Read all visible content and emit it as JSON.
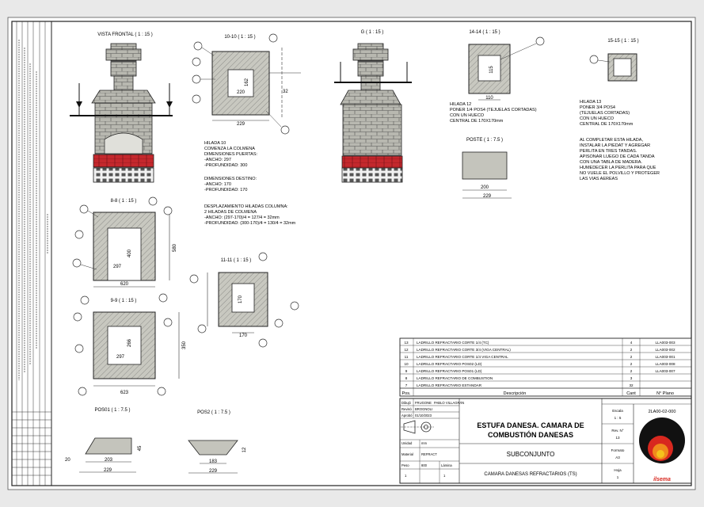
{
  "views": {
    "front_title": "VISTA FRONTAL ( 1 : 15 )",
    "section_10_title": "10-10 ( 1 : 15 )",
    "section_g_title": "G ( 1 : 15 )",
    "section_14_title": "14-14 ( 1 : 15 )",
    "section_15_title": "15-15 ( 1 : 15 )",
    "section_88_title": "8-8 ( 1 : 15 )",
    "section_99_title": "9-9 ( 1 : 15 )",
    "section_1111_title": "11-11 ( 1 : 15 )",
    "poste_title": "POSTE ( 1 : 7.5 )",
    "pos01_title": "POS01 ( 1 : 7.5 )",
    "pos02_title": "POS2 ( 1 : 7.5 )"
  },
  "dims": {
    "d229": "229",
    "d200": "200",
    "d220": "220",
    "d162": "162",
    "d32": "32",
    "d115": "115",
    "d110": "110",
    "d620": "620",
    "d580": "580",
    "d400": "400",
    "d297": "297",
    "d623": "623",
    "d266": "266",
    "d350": "350",
    "d170": "170",
    "d203": "203",
    "d183": "183",
    "d20": "20",
    "d45": "45",
    "d12": "12"
  },
  "notes": {
    "n1": [
      "HILADA 10",
      "COMENZA LA COLMENA",
      "DIMENSIONES PUERTAS:",
      "-ANCHO: 297",
      "-PROFUNDIDAD: 300"
    ],
    "n2": [
      "DIMENSIONES DESTINO:",
      "-ANCHO: 170",
      "-PROFUNDIDAD: 170"
    ],
    "n3": [
      "DESPLAZAMIENTO HILADAS COLUMNA:",
      "2 HILADAS DE COLMENA",
      "-ANCHO: (297-170)/4 = 127/4 = 32mm",
      "-PROFUNDIDAD: (300-170)/4 = 130/4 = 32mm"
    ],
    "n4": [
      "HILADA 12",
      "PONER 1/4 POS4 (TEJUELAS CORTADAS)",
      "CON UN HUECO",
      "CENTRAL DE 170X170mm"
    ],
    "n5": [
      "HILADA 13",
      "PONER 3/4 POS4",
      "(TEJUELAS CORTADAS)",
      "CON UN HUECO",
      "CENTRAL DE 170X170mm"
    ],
    "n6": [
      "AL COMPLETAR ESTA HILADA,",
      "INSTALAR LA PIEDAT Y AGREGAR",
      "PERLITA EN TRES TANDAS.",
      "APISONAR LUEGO DE CADA TANDA",
      "CON UNA TABLA DE MADERA.",
      "HUMEDECER LA PERLITA PARA QUE",
      "NO VUELE EL POLVILLO Y PROTEGER",
      "LAS VIAS AEREAS"
    ]
  },
  "bom": {
    "rows": [
      {
        "n": "13",
        "desc": "LADRILLO REFRACTARIO CORTE 1/4 (TC)",
        "qty": "4",
        "code": "LLA003-003"
      },
      {
        "n": "12",
        "desc": "LADRILLO REFRACTARIO CORTE 3/4 (VIGA CENTRAL)",
        "qty": "2",
        "code": "LLA003-002"
      },
      {
        "n": "11",
        "desc": "LADRILLO REFRACTARIO CORTE 1/4 VIGA CENTRAL",
        "qty": "2",
        "code": "LLA003-001"
      },
      {
        "n": "10",
        "desc": "LADRILLO REFRACTARIO POS02 (LD)",
        "qty": "2",
        "code": "LLA003-008"
      },
      {
        "n": "9",
        "desc": "LADRILLO REFRACTARIO POS01 (LD)",
        "qty": "2",
        "code": "LLA003-007"
      },
      {
        "n": "8",
        "desc": "LADRILLO REFRACTARIO DE COMBUSTION",
        "qty": "3",
        "code": ""
      },
      {
        "n": "7",
        "desc": "LADRILLO REFRACTARIO ESTANDAR",
        "qty": "32",
        "code": ""
      }
    ],
    "header": {
      "pos": "Pos.",
      "desc": "Descripción",
      "qty": "Cant",
      "plan": "N° Plano"
    }
  },
  "title_block": {
    "title_line1": "ESTUFA DANESA. CAMARA DE",
    "title_line2": "COMBUSTIÓN DANESAS",
    "subtitle": "SUBCONJUNTO",
    "footer_desc": "CAMARA DANESAS REFRACTARIOS (TS)",
    "drawing_no": "2LA00-02-000",
    "scale_label": "Escala",
    "scale": "1 : 5",
    "revision_label": "Rev. N°",
    "revision": "13",
    "format_label": "Formato",
    "format": "A3",
    "sheet_label": "Hoja",
    "sheet": "1",
    "left_rows": [
      {
        "k": "Dibujó",
        "v": "FRUGONE",
        "d": "PABLO VILLAGRÁN"
      },
      {
        "k": "Revisó",
        "v": "BROGNOLI"
      },
      {
        "k": "Aprobó",
        "v": "01/10/2023"
      },
      {
        "k": "Unidad",
        "v": "mm"
      },
      {
        "k": "Material",
        "v": "REFRACT"
      },
      {
        "k": "Peso",
        "v": "800"
      },
      {
        "k": "Lámina",
        "v": "1"
      }
    ],
    "logo_text": "ilsema"
  },
  "colors": {
    "brick_fill": "#b8b8b0",
    "red_brick": "#c4282d",
    "logo_black": "#111111",
    "logo_red": "#d8281f",
    "logo_orange": "#f08a1c",
    "logo_yellow": "#f5c21c"
  }
}
